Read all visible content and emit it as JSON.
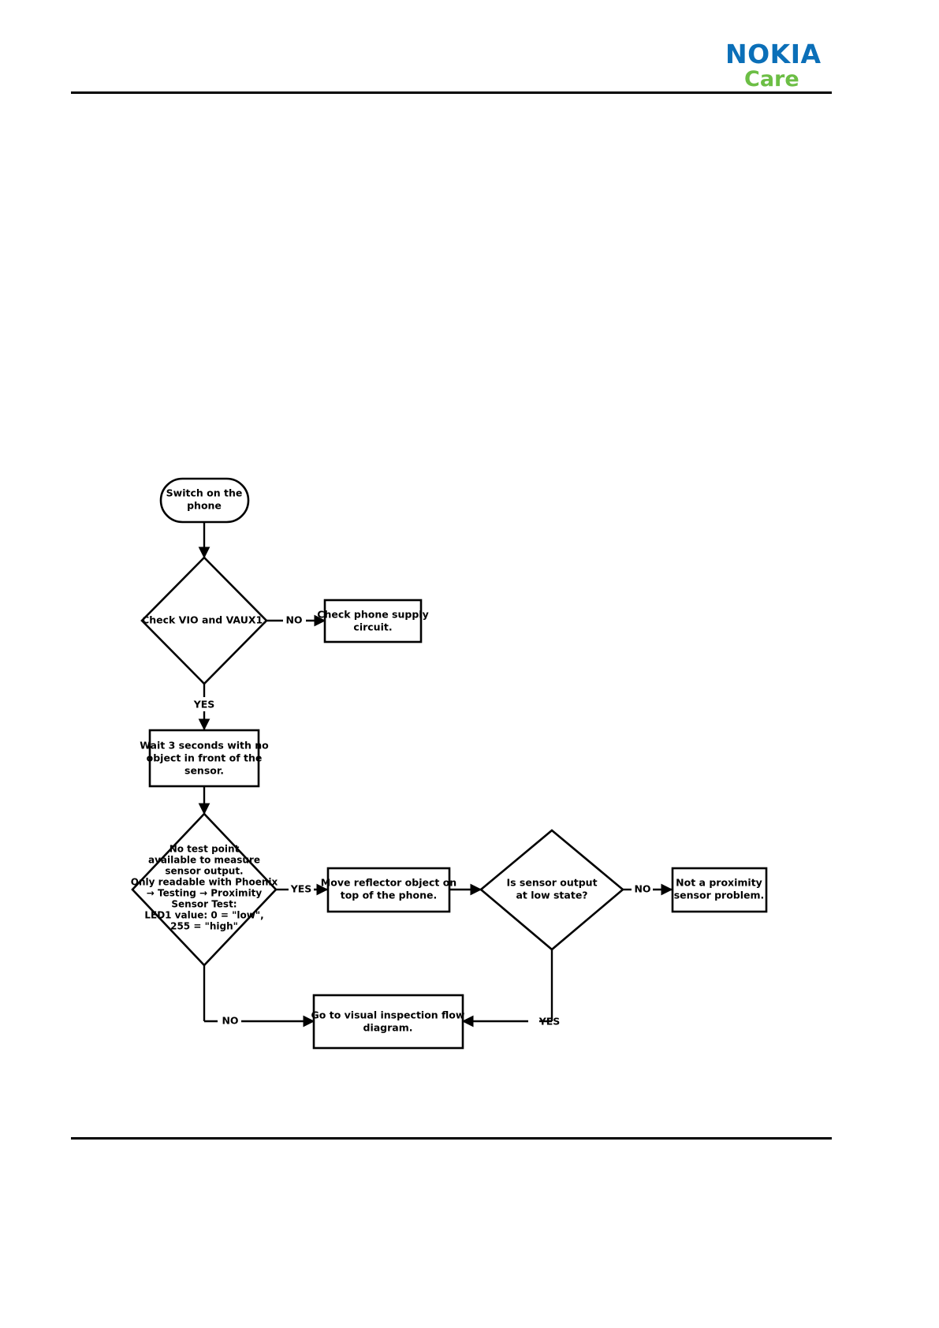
{
  "document": {
    "brand": {
      "name_primary": "NOKIA",
      "name_secondary": "Care"
    },
    "colors": {
      "nokia_blue": "#0b6fb8",
      "care_green": "#6cbe45",
      "line": "#000000",
      "page_background": "#ffffff"
    }
  },
  "flowchart": {
    "type": "flowchart",
    "title": "Proximity sensor troubleshooting flow",
    "nodes": [
      {
        "id": "start",
        "shape": "terminator",
        "lines": [
          "Switch on the",
          "phone"
        ]
      },
      {
        "id": "check-vio",
        "shape": "decision",
        "lines": [
          "Check VIO and VAUX1."
        ]
      },
      {
        "id": "phone-supply",
        "shape": "process",
        "lines": [
          "Check phone supply",
          "circuit."
        ]
      },
      {
        "id": "wait-3s",
        "shape": "process",
        "lines": [
          "Wait 3 seconds with no",
          "object in front of the",
          "sensor."
        ]
      },
      {
        "id": "no-test-point",
        "shape": "decision",
        "lines": [
          "No test point",
          "available to measure",
          "sensor output.",
          "Only readable with Phoenix",
          "→ Testing →  Proximity",
          "Sensor Test:",
          "LED1 value: 0 = \"low\",",
          "255 = \"high\""
        ]
      },
      {
        "id": "move-reflector",
        "shape": "process",
        "lines": [
          "Move reflector object on",
          "top of the phone."
        ]
      },
      {
        "id": "sensor-low",
        "shape": "decision",
        "lines": [
          "Is sensor output",
          "at low state?"
        ]
      },
      {
        "id": "not-proximity",
        "shape": "process",
        "lines": [
          "Not a proximity",
          "sensor problem."
        ]
      },
      {
        "id": "visual-inspection",
        "shape": "process",
        "lines": [
          "Go to visual inspection flow",
          "diagram."
        ]
      }
    ],
    "edges": [
      {
        "from": "start",
        "to": "check-vio",
        "label": ""
      },
      {
        "from": "check-vio",
        "to": "phone-supply",
        "label": "NO"
      },
      {
        "from": "check-vio",
        "to": "wait-3s",
        "label": "YES"
      },
      {
        "from": "wait-3s",
        "to": "no-test-point",
        "label": ""
      },
      {
        "from": "no-test-point",
        "to": "move-reflector",
        "label": "YES"
      },
      {
        "from": "no-test-point",
        "to": "visual-inspection",
        "label": "NO"
      },
      {
        "from": "move-reflector",
        "to": "sensor-low",
        "label": ""
      },
      {
        "from": "sensor-low",
        "to": "not-proximity",
        "label": "NO"
      },
      {
        "from": "sensor-low",
        "to": "visual-inspection",
        "label": "YES"
      }
    ]
  }
}
